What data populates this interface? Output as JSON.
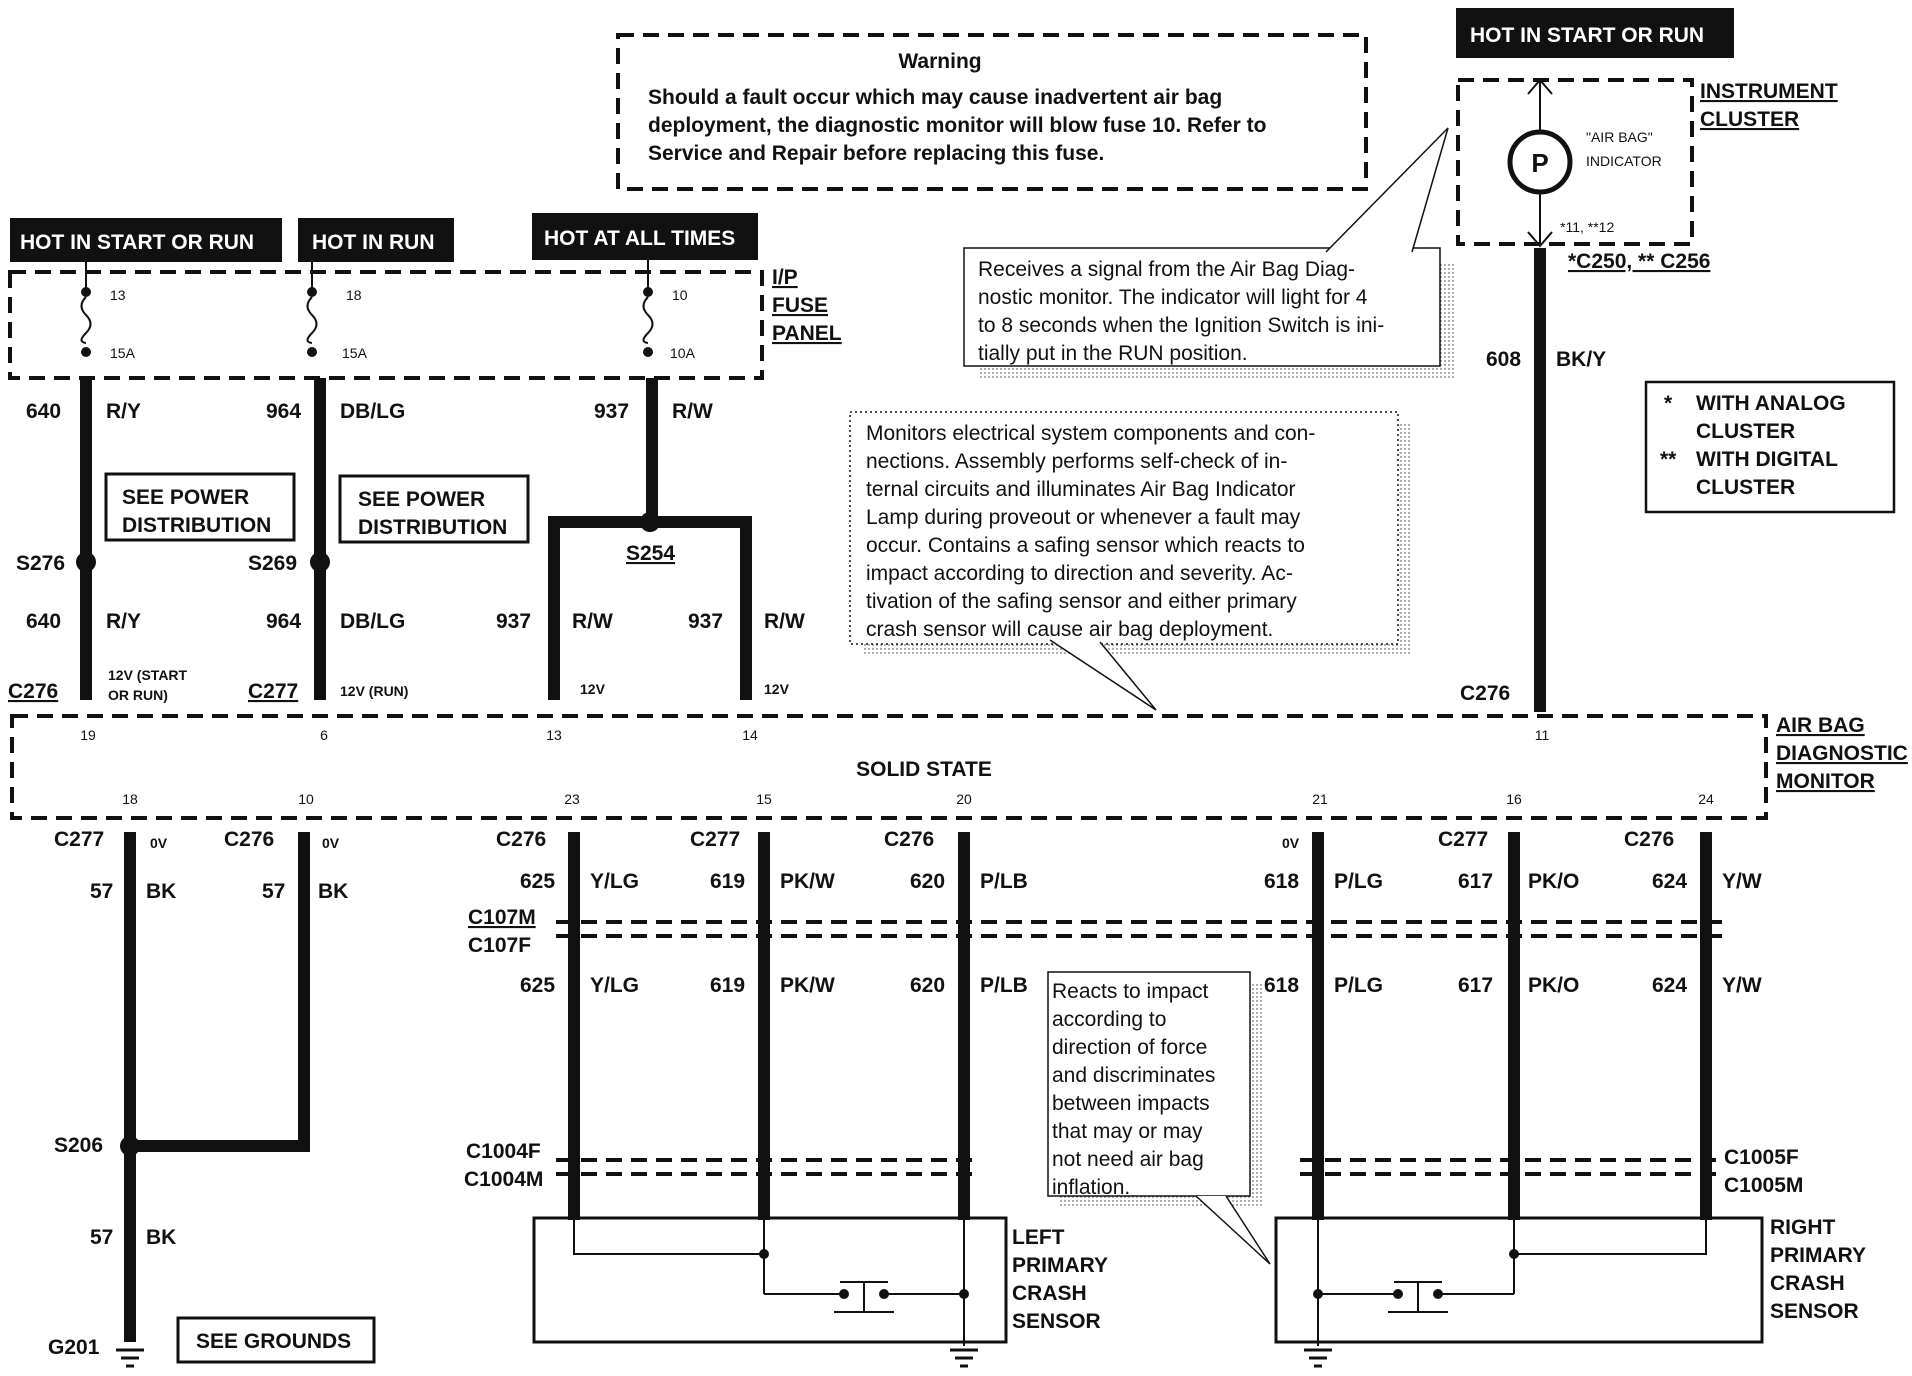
{
  "warning": {
    "title": "Warning",
    "lines": [
      "Should a fault occur which may cause inadvertent air bag",
      "deployment, the diagnostic monitor will blow fuse 10.  Refer to",
      "Service and Repair before replacing this fuse."
    ]
  },
  "power_labels": {
    "start_run_left": "HOT IN START OR RUN",
    "run": "HOT IN RUN",
    "all_times": "HOT AT ALL TIMES",
    "start_run_right": "HOT IN START OR RUN"
  },
  "fuse_panel": {
    "label_lines": [
      "I/P",
      "FUSE",
      "PANEL"
    ],
    "fuses": [
      {
        "number": "13",
        "rating": "15A"
      },
      {
        "number": "18",
        "rating": "15A"
      },
      {
        "number": "10",
        "rating": "10A"
      }
    ]
  },
  "instrument_cluster": {
    "label_lines": [
      "INSTRUMENT",
      "CLUSTER"
    ],
    "indicator_lines": [
      "\"AIR BAG\"",
      "INDICATOR"
    ],
    "indicator_symbol": "P",
    "pins": "*11, **12",
    "connector": "*C250, ** C256"
  },
  "indicator_note": [
    "Receives a signal from the Air Bag Diag-",
    "nostic monitor.  The indicator will light for 4",
    "to 8 seconds when the Ignition Switch is ini-",
    "tially put in the RUN position."
  ],
  "monitor_note": [
    "Monitors electrical system components and con-",
    "nections.  Assembly performs self-check of in-",
    "ternal circuits and illuminates Air Bag Indicator",
    "Lamp during proveout or whenever a fault may",
    "occur.  Contains a safing sensor which reacts to",
    "impact according to direction and severity.  Ac-",
    "tivation of the safing sensor and either primary",
    "crash sensor will cause air bag deployment."
  ],
  "sensor_note": [
    "Reacts to impact",
    "according to",
    "direction of force",
    "and discriminates",
    "between impacts",
    "that may or may",
    "not need air bag",
    "inflation."
  ],
  "legend": {
    "analog_mark": "*",
    "analog_lines": [
      "WITH ANALOG",
      "CLUSTER"
    ],
    "digital_mark": "**",
    "digital_lines": [
      "WITH DIGITAL",
      "CLUSTER"
    ]
  },
  "see_power": [
    "SEE POWER",
    "DISTRIBUTION"
  ],
  "see_grounds": "SEE GROUNDS",
  "splices": {
    "s276": "S276",
    "s269": "S269",
    "s254": "S254",
    "s206": "S206",
    "g201": "G201"
  },
  "top_wires": {
    "w640": {
      "circuit": "640",
      "color": "R/Y"
    },
    "w964": {
      "circuit": "964",
      "color": "DB/LG"
    },
    "w937": {
      "circuit": "937",
      "color": "R/W"
    },
    "w608": {
      "circuit": "608",
      "color": "BK/Y"
    }
  },
  "top_connectors": {
    "c276a": "C276",
    "c277": "C277",
    "c276b": "C276"
  },
  "top_voltages": {
    "v640_1": "12V (START",
    "v640_2": "OR RUN)",
    "v964": "12V (RUN)",
    "v937a": "12V",
    "v937b": "12V"
  },
  "module": {
    "label_lines": [
      "AIR BAG",
      "DIAGNOSTIC",
      "MONITOR"
    ],
    "center": "SOLID STATE",
    "top_pins": [
      "19",
      "6",
      "13",
      "14",
      "11"
    ],
    "bottom_pins": [
      "18",
      "10",
      "23",
      "15",
      "20",
      "21",
      "16",
      "24"
    ]
  },
  "ground_wires": {
    "g1": {
      "connector": "C277",
      "voltage": "0V",
      "circuit": "57",
      "color": "BK"
    },
    "g2": {
      "connector": "C276",
      "voltage": "0V",
      "circuit": "57",
      "color": "BK"
    },
    "g3": {
      "circuit": "57",
      "color": "BK"
    }
  },
  "sensor_wires": [
    {
      "connector": "C276",
      "circuit": "625",
      "color": "Y/LG"
    },
    {
      "connector": "C277",
      "circuit": "619",
      "color": "PK/W"
    },
    {
      "connector": "C276",
      "circuit": "620",
      "color": "P/LB"
    },
    {
      "voltage": "0V",
      "circuit": "618",
      "color": "P/LG"
    },
    {
      "connector": "C277",
      "circuit": "617",
      "color": "PK/O"
    },
    {
      "connector": "C276",
      "circuit": "624",
      "color": "Y/W"
    }
  ],
  "inline_connectors": {
    "c107m": "C107M",
    "c107f": "C107F",
    "c1004f": "C1004F",
    "c1004m": "C1004M",
    "c1005f": "C1005F",
    "c1005m": "C1005M"
  },
  "left_sensor": [
    "LEFT",
    "PRIMARY",
    "CRASH",
    "SENSOR"
  ],
  "right_sensor": [
    "RIGHT",
    "PRIMARY",
    "CRASH",
    "SENSOR"
  ]
}
